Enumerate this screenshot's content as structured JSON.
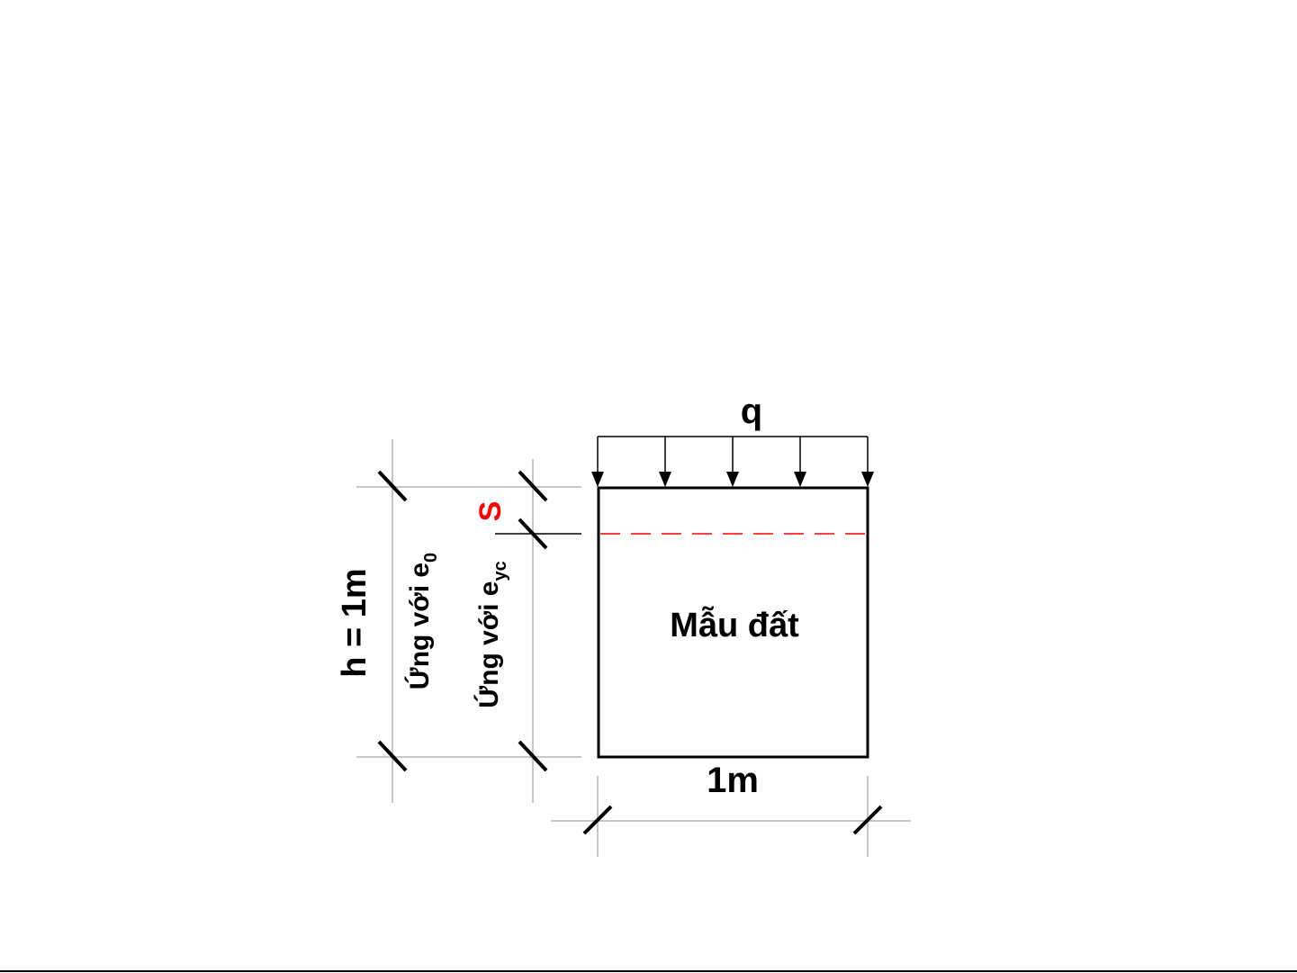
{
  "diagram": {
    "load_label": "q",
    "settlement_label": "S",
    "sample_label": "Mẫu đất",
    "width_label": "1m",
    "height_label": "h = 1m",
    "e0_label_main": "Ứng với e",
    "e0_label_sub": "0",
    "eyc_label_main": "Ứng với e",
    "eyc_label_sub": "yc"
  },
  "colors": {
    "outline": "#000000",
    "extension_line": "#c8c8c8",
    "settlement": "#ff0000",
    "background": "#ffffff"
  }
}
